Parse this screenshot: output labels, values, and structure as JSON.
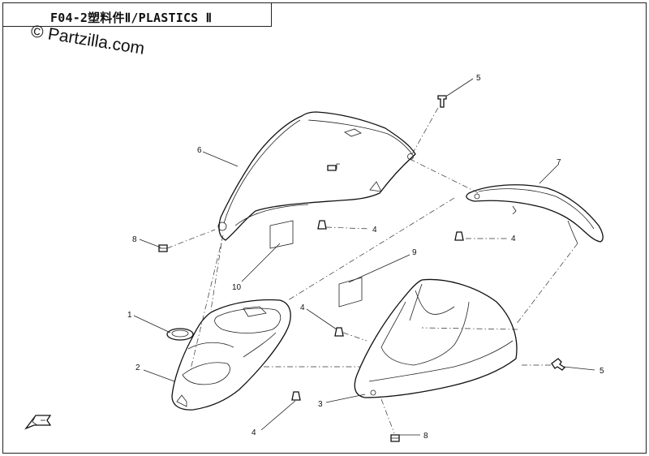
{
  "header": {
    "title": "F04-2塑料件Ⅱ/PLASTICS Ⅱ",
    "watermark": "© Partzilla.com"
  },
  "callouts": [
    {
      "id": "c1",
      "label": "1"
    },
    {
      "id": "c2",
      "label": "2"
    },
    {
      "id": "c3",
      "label": "3"
    },
    {
      "id": "c4a",
      "label": "4"
    },
    {
      "id": "c4b",
      "label": "4"
    },
    {
      "id": "c4c",
      "label": "4"
    },
    {
      "id": "c4d",
      "label": "4"
    },
    {
      "id": "c5a",
      "label": "5"
    },
    {
      "id": "c5b",
      "label": "5"
    },
    {
      "id": "c6",
      "label": "6"
    },
    {
      "id": "c7",
      "label": "7"
    },
    {
      "id": "c8a",
      "label": "8"
    },
    {
      "id": "c8b",
      "label": "8"
    },
    {
      "id": "c9",
      "label": "9"
    },
    {
      "id": "c10",
      "label": "10"
    }
  ]
}
